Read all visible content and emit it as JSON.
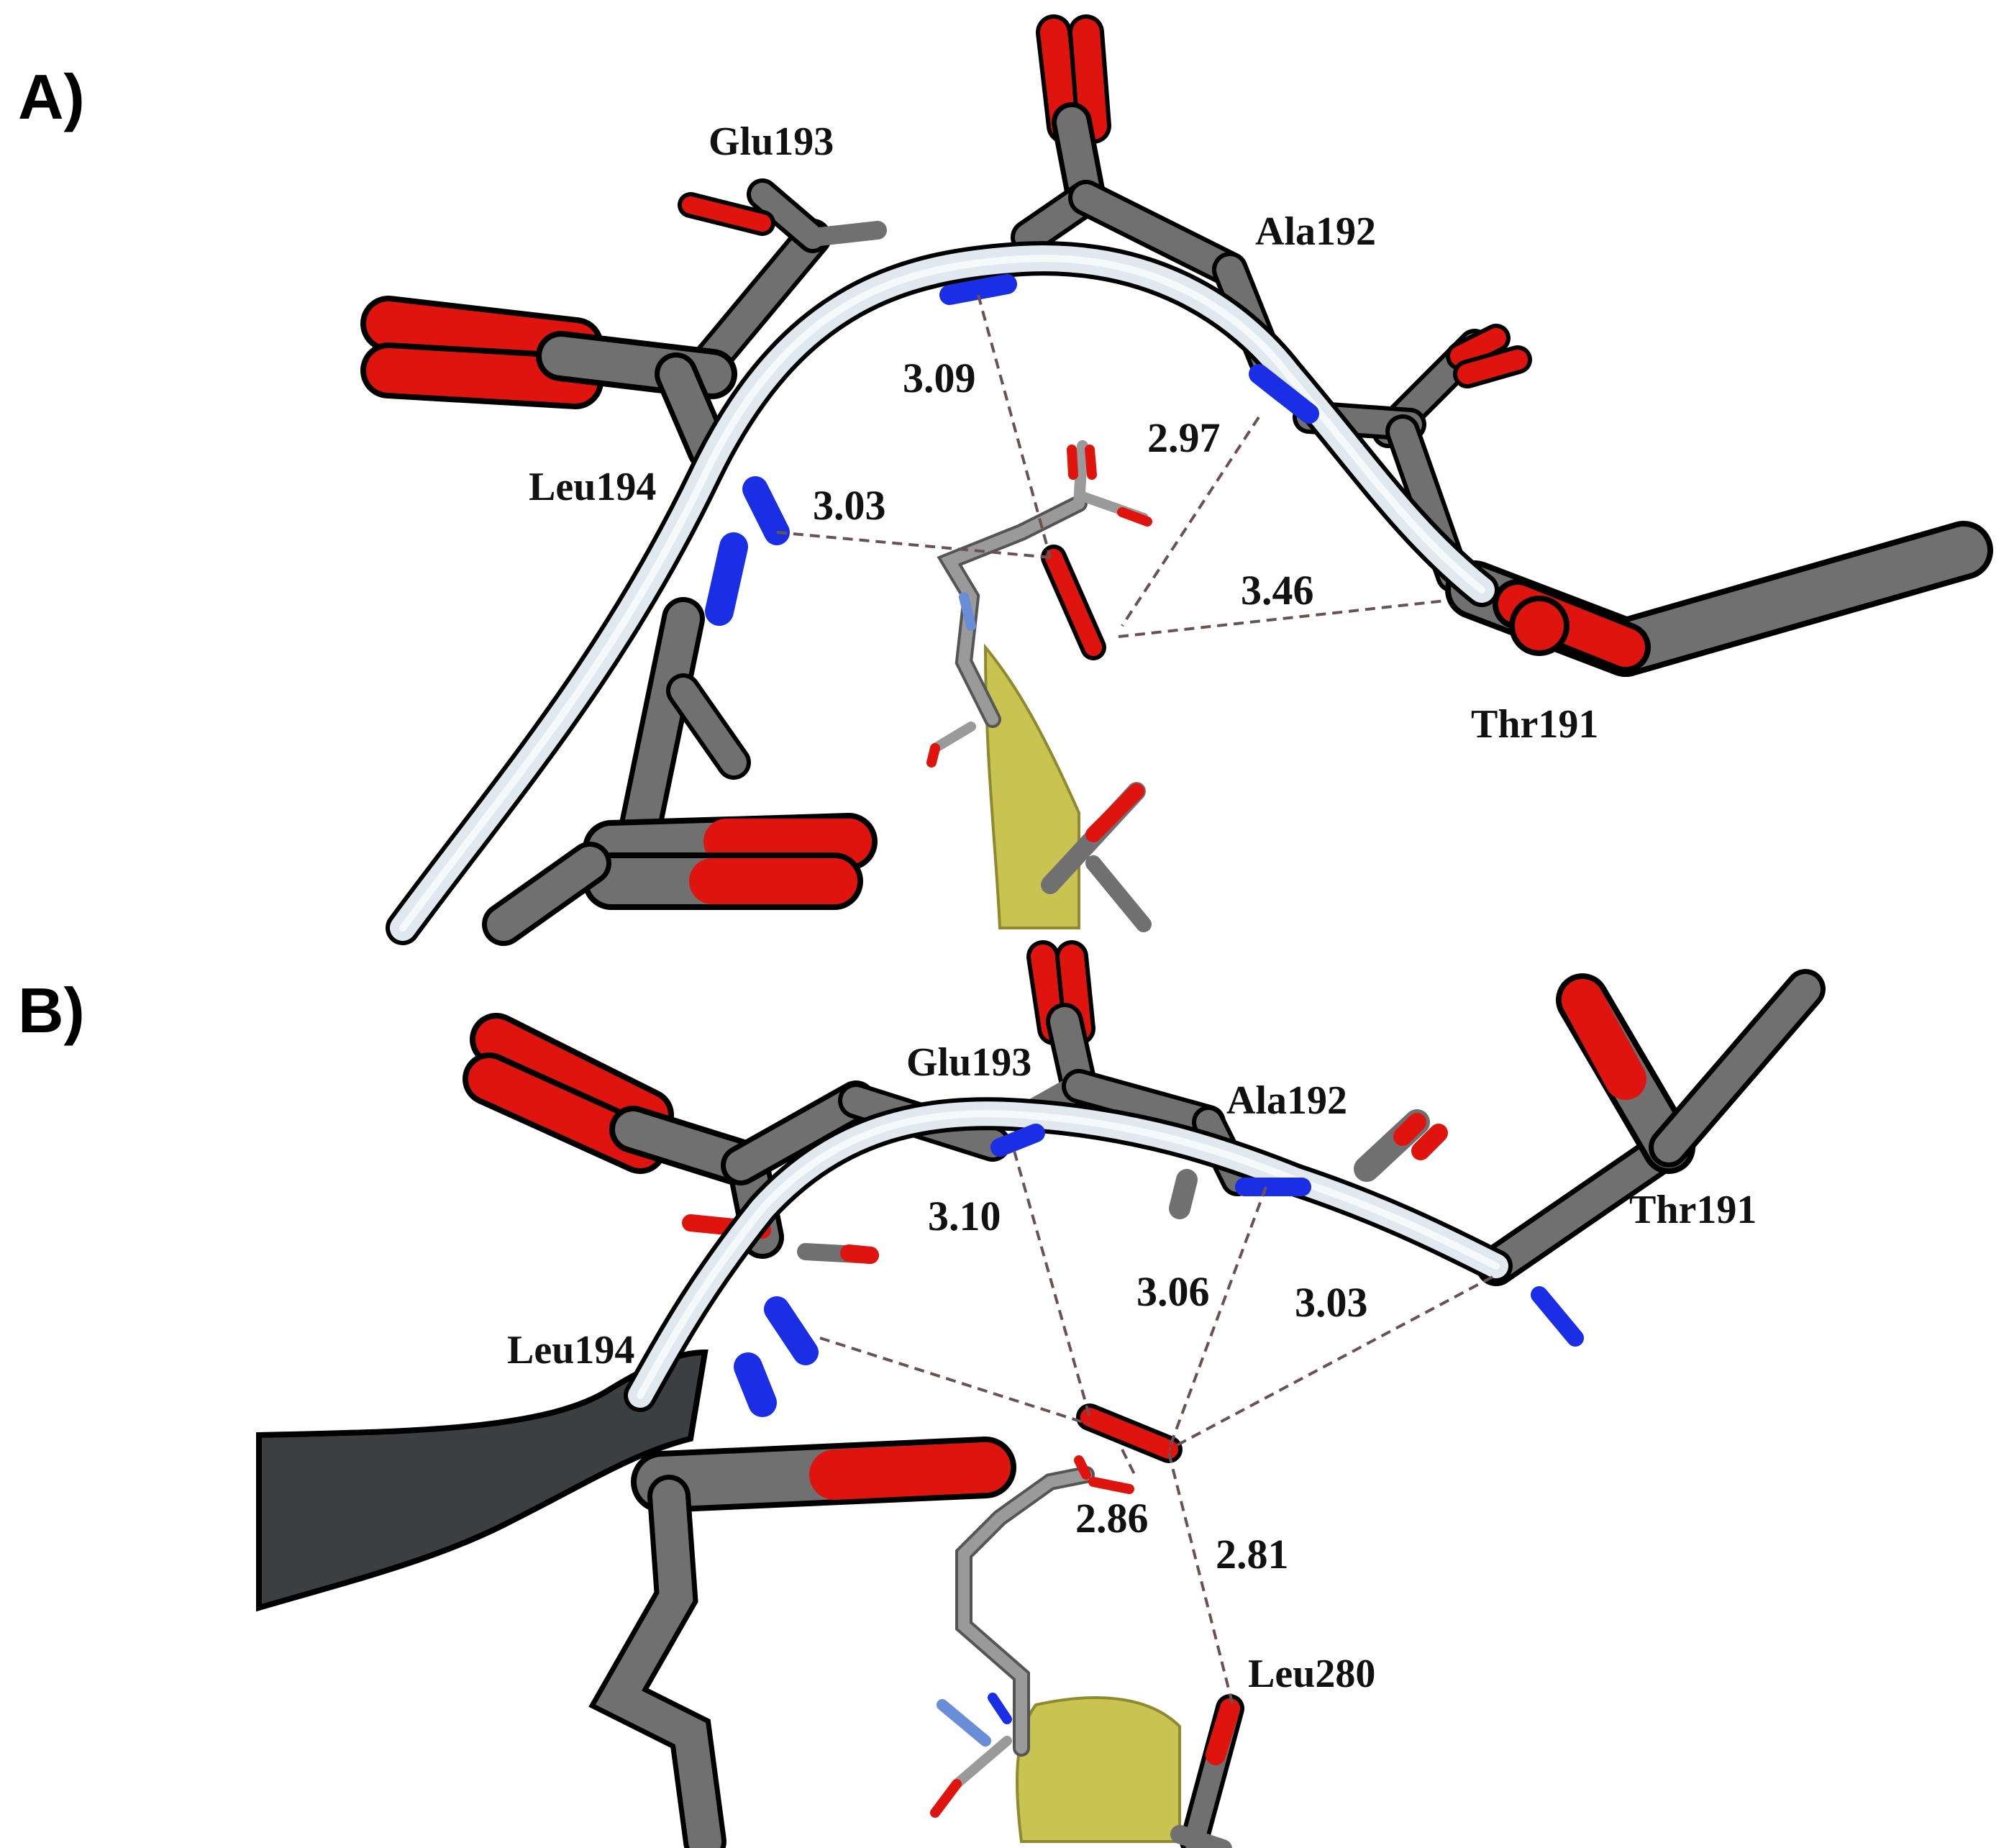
{
  "panels": [
    {
      "label": "A)",
      "residues": [
        "Glu193",
        "Ala192",
        "Leu194",
        "Thr191"
      ],
      "distances": [
        "3.09",
        "2.97",
        "3.03",
        "3.46"
      ]
    },
    {
      "label": "B)",
      "residues": [
        "Glu193",
        "Ala192",
        "Thr191",
        "Leu194",
        "Leu280"
      ],
      "distances": [
        "3.10",
        "3.06",
        "3.03",
        "2.86",
        "2.81"
      ]
    }
  ],
  "colors": {
    "carbon": "#707070",
    "oxygen": "#e0140e",
    "nitrogen": "#1a2ee6",
    "backbone_ribbon": "#dfe9ef",
    "helix": "#c9c452",
    "sheet": "#3b3f41",
    "hbond": "#6b5252"
  }
}
